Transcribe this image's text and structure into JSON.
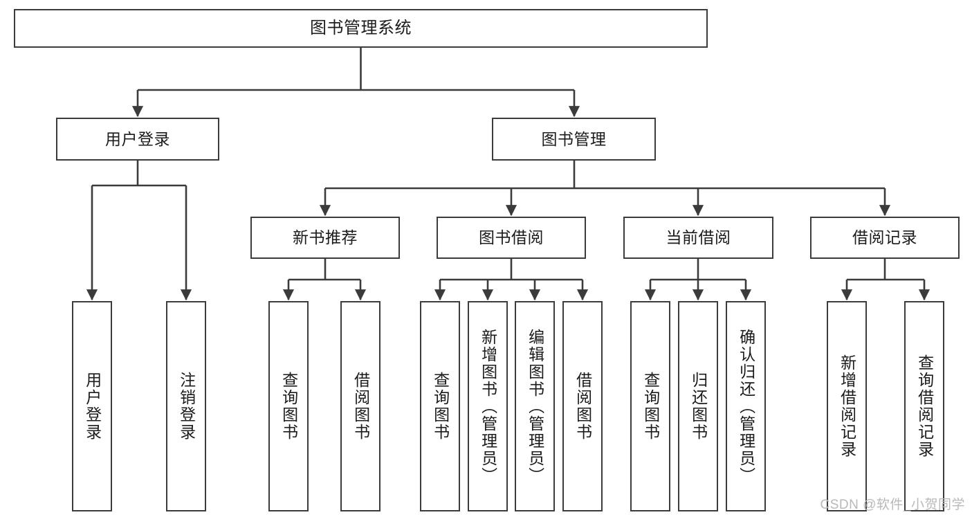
{
  "diagram": {
    "title": "图书管理系统",
    "type": "tree",
    "colors": {
      "node_border": "#3b3b3b",
      "node_fill": "#ffffff",
      "edge": "#3b3b3b",
      "text": "#1b1b1b",
      "watermark": "#b9b9b9",
      "background": "#ffffff"
    },
    "watermark": "CSDN @软件_小贺同学"
  },
  "nodes": {
    "root": {
      "label": "图书管理系统"
    },
    "level2": [
      {
        "id": "user-login",
        "label": "用户登录"
      },
      {
        "id": "book-manage",
        "label": "图书管理"
      }
    ],
    "level3": [
      {
        "id": "new-book-recommend",
        "label": "新书推荐"
      },
      {
        "id": "book-borrow",
        "label": "图书借阅"
      },
      {
        "id": "current-borrow",
        "label": "当前借阅"
      },
      {
        "id": "borrow-record",
        "label": "借阅记录"
      }
    ],
    "leaves": [
      {
        "id": "leaf-user-login",
        "label": "用户登录",
        "parent": "user-login"
      },
      {
        "id": "leaf-logout",
        "label": "注销登录",
        "parent": "user-login"
      },
      {
        "id": "leaf-query-book-1",
        "label": "查询图书",
        "parent": "new-book-recommend"
      },
      {
        "id": "leaf-borrow-book-1",
        "label": "借阅图书",
        "parent": "new-book-recommend"
      },
      {
        "id": "leaf-query-book-2",
        "label": "查询图书",
        "parent": "book-borrow"
      },
      {
        "id": "leaf-add-book",
        "label": "新增图书（管理员）",
        "parent": "book-borrow"
      },
      {
        "id": "leaf-edit-book",
        "label": "编辑图书（管理员）",
        "parent": "book-borrow"
      },
      {
        "id": "leaf-borrow-book-2",
        "label": "借阅图书",
        "parent": "book-borrow"
      },
      {
        "id": "leaf-query-book-3",
        "label": "查询图书",
        "parent": "current-borrow"
      },
      {
        "id": "leaf-return-book",
        "label": "归还图书",
        "parent": "current-borrow"
      },
      {
        "id": "leaf-confirm-return",
        "label": "确认归还（管理员）",
        "parent": "current-borrow"
      },
      {
        "id": "leaf-add-record",
        "label": "新增借阅记录",
        "parent": "borrow-record"
      },
      {
        "id": "leaf-query-record",
        "label": "查询借阅记录",
        "parent": "borrow-record"
      }
    ]
  }
}
